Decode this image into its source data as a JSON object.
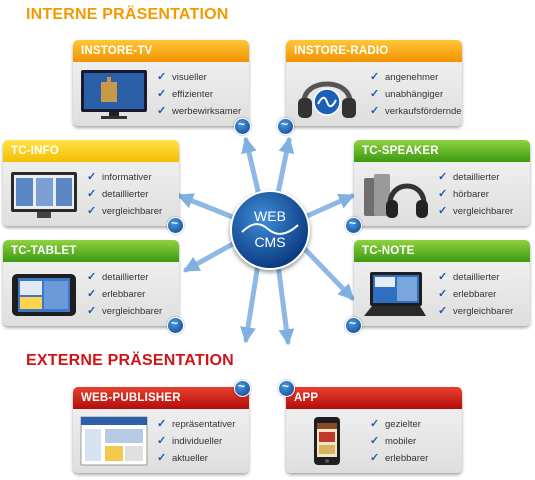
{
  "headings": {
    "internal": "INTERNE PRÄSENTATION",
    "external": "EXTERNE PRÄSENTATION"
  },
  "hub": {
    "line1": "WEB",
    "line2": "CMS"
  },
  "cards": {
    "instore_tv": {
      "title": "INSTORE-TV",
      "items": [
        "visueller",
        "effizienter",
        "werbewirksamer"
      ]
    },
    "instore_radio": {
      "title": "INSTORE-RADIO",
      "items": [
        "angenehmer",
        "unabhängiger",
        "verkaufsfördernder"
      ]
    },
    "tc_info": {
      "title": "TC-INFO",
      "items": [
        "informativer",
        "detaillierter",
        "vergleichbarer"
      ]
    },
    "tc_speaker": {
      "title": "TC-SPEAKER",
      "items": [
        "detaillierter",
        "hörbarer",
        "vergleichbarer"
      ]
    },
    "tc_tablet": {
      "title": "TC-TABLET",
      "items": [
        "detaillierter",
        "erlebbarer",
        "vergleichbarer"
      ]
    },
    "tc_note": {
      "title": "TC-NOTE",
      "items": [
        "detaillierter",
        "erlebbarer",
        "vergleichbarer"
      ]
    },
    "web_publisher": {
      "title": "WEB-PUBLISHER",
      "items": [
        "repräsentativer",
        "individueller",
        "aktueller"
      ]
    },
    "app": {
      "title": "APP",
      "items": [
        "gezielter",
        "mobiler",
        "erlebbarer"
      ]
    }
  },
  "colors": {
    "orange": "#f29300",
    "yellow": "#f5bd00",
    "green": "#3b9a12",
    "red": "#b30d0d",
    "hub": "#0a3a80",
    "arrow": "#7fb0e0"
  }
}
